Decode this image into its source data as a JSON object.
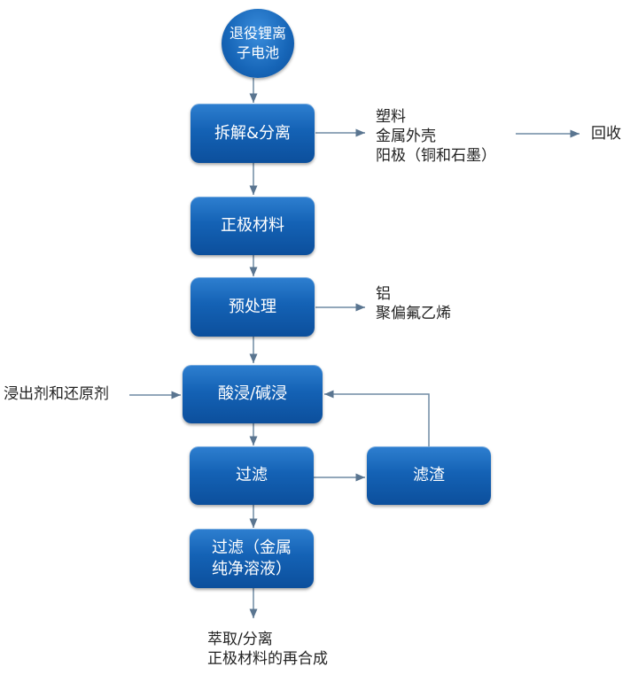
{
  "nodes": {
    "start": "退役锂离\n子电池",
    "dismantle": "拆解&分离",
    "cathode": "正极材料",
    "pretreat": "预处理",
    "leach": "酸浸/碱浸",
    "filter": "过滤",
    "residue": "滤渣",
    "pure": "过滤（金属\n纯净溶液）"
  },
  "side_outputs": {
    "dismantle": [
      "塑料",
      "金属外壳",
      "阳极（铜和石墨）"
    ],
    "recycle": "回收",
    "pretreat": [
      "铝",
      "聚偏氟乙烯"
    ],
    "leach_input": "浸出剂和还原剂",
    "final": [
      "萃取/分离",
      "正极材料的再合成"
    ]
  }
}
